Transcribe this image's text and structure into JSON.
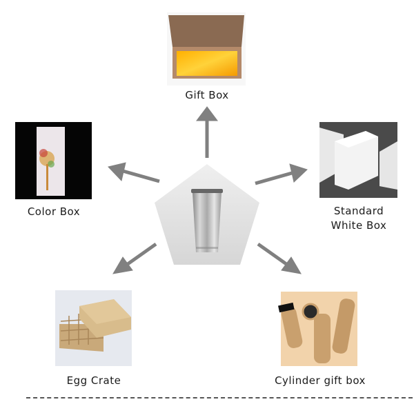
{
  "diagram": {
    "center": {
      "label": "Stainless Steel Tumbler",
      "shape": "pentagon"
    },
    "arrow_color": "#808080",
    "items": [
      {
        "id": "gift-box",
        "label": "Gift Box"
      },
      {
        "id": "color-box",
        "label": "Color Box"
      },
      {
        "id": "standard-white-box",
        "label_line1": "Standard",
        "label_line2": "White Box"
      },
      {
        "id": "egg-crate",
        "label": "Egg Crate"
      },
      {
        "id": "cylinder-gift-box",
        "label": "Cylinder gift box"
      }
    ]
  }
}
